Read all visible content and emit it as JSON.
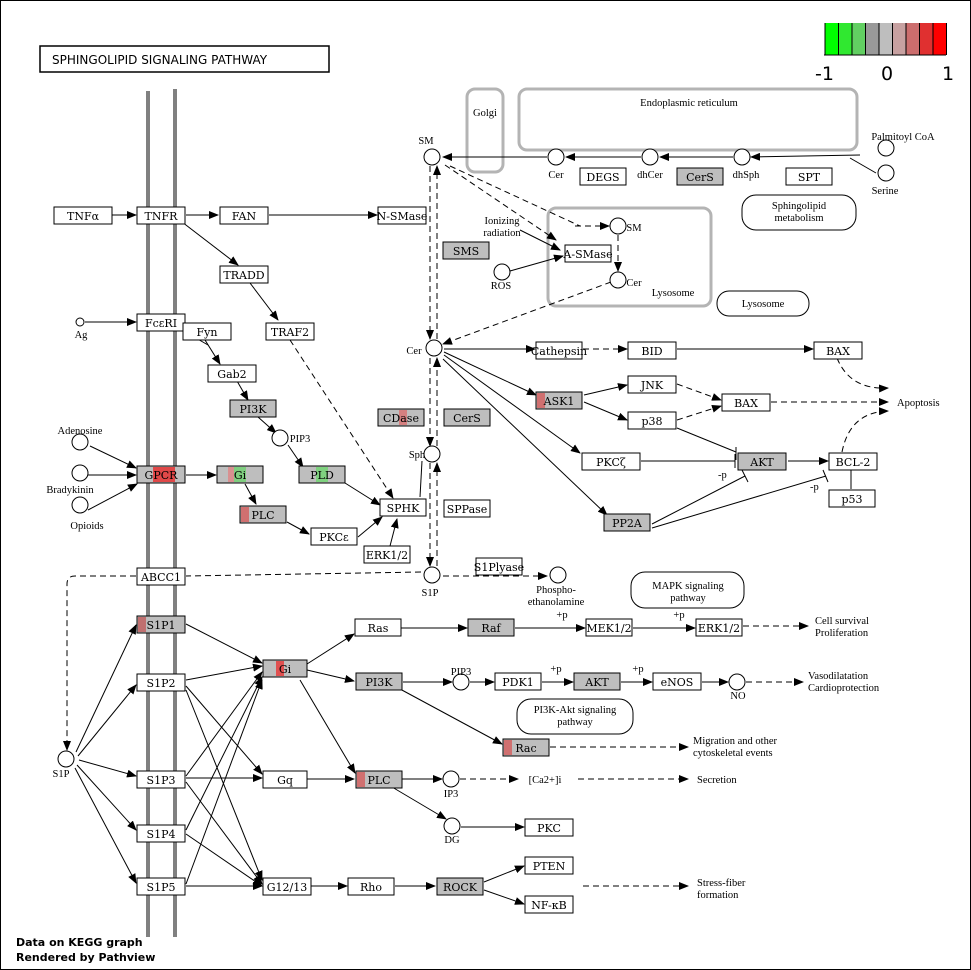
{
  "title": "SPHINGOLIPID  SIGNALING  PATHWAY",
  "footer": [
    "Data on KEGG graph",
    "Rendered by Pathview"
  ],
  "legend": {
    "ticks": [
      "-1",
      "0",
      "1"
    ],
    "colors": [
      "#00ff00",
      "#30e830",
      "#62cf62",
      "#999999",
      "#bebebe",
      "#c7a1a1",
      "#cc6d6d",
      "#e03030",
      "#ff0000"
    ]
  },
  "nodes": {
    "TNFa": "TNFα",
    "TNFR": "TNFR",
    "FAN": "FAN",
    "NSMase": "N-SMase",
    "TRADD": "TRADD",
    "TRAF2": "TRAF2",
    "Ag": "Ag",
    "FceRI": "FcεRI",
    "Fyn": "Fyn",
    "Gab2": "Gab2",
    "PI3K1": "PI3K",
    "PIP3a": "PIP3",
    "Adenosine": "Adenosine",
    "Bradykinin": "Bradykinin",
    "Opioids": "Opioids",
    "GPCR": "GPCR",
    "Gi1": "Gi",
    "PLD": "PLD",
    "PLC1": "PLC",
    "PKCe": "PKCε",
    "SPHK": "SPHK",
    "ERK12a": "ERK1/2",
    "SM1": "SM",
    "Golgi": "Golgi",
    "ER": "Endoplasmic reticulum",
    "Cer1": "Cer",
    "dhCer": "dhCer",
    "dhSph": "dhSph",
    "DEGS": "DEGS",
    "CerS1": "CerS",
    "SPT": "SPT",
    "PalmitoylCoA": "Palmitoyl CoA",
    "Serine": "Serine",
    "SphMeta": [
      "Sphingolipid",
      "metabolism"
    ],
    "Ionizing": [
      "Ionizing",
      "radiation"
    ],
    "SM2": "SM",
    "ASMase": "A-SMase",
    "ROS": "ROS",
    "Cer2": "Cer",
    "LysosomeLbl": "Lysosome",
    "LysosomeMap": "Lysosome",
    "SMS": "SMS",
    "Cer3": "Cer",
    "CDase": "CDase",
    "CerS2": "CerS",
    "Sph": "Sph",
    "SPPase": "SPPase",
    "Cathepsin": "Cathepsin",
    "BID": "BID",
    "BAX1": "BAX",
    "ASK1": "ASK1",
    "JNK": "JNK",
    "p38": "p38",
    "BAX2": "BAX",
    "Apoptosis": "Apoptosis",
    "PKCz": "PKCζ",
    "AKT1": "AKT",
    "BCL2": "BCL-2",
    "p53": "p53",
    "PP2A": "PP2A",
    "minusP1": "-p",
    "minusP2": "-p",
    "ABCC1": "ABCC1",
    "S1P1": "S1P",
    "S1Plyase": "S1Plyase",
    "Phospho": [
      "Phospho-",
      "ethanolamine"
    ],
    "MAPKMap": [
      "MAPK signaling",
      "pathway"
    ],
    "S1Pleft": "S1P",
    "S1PR1": "S1P1",
    "S1PR2": "S1P2",
    "S1PR3": "S1P3",
    "S1PR4": "S1P4",
    "S1PR5": "S1P5",
    "Gi2": "Gi",
    "Gq": "Gq",
    "G1213": "G12/13",
    "Ras": "Ras",
    "Raf": "Raf",
    "MEK12": "MEK1/2",
    "ERK12b": "ERK1/2",
    "plusP1": "+p",
    "plusP2": "+p",
    "plusP3": "+p",
    "plusP4": "+p",
    "CellSurvival": [
      "Cell survival",
      "Proliferation"
    ],
    "PI3K2": "PI3K",
    "PIP3b": "PIP3",
    "PDK1": "PDK1",
    "AKT2": "AKT",
    "eNOS": "eNOS",
    "NO": "NO",
    "Vaso": [
      "Vasodilatation",
      "Cardioprotection"
    ],
    "PI3KAktMap": [
      "PI3K-Akt signaling",
      "pathway"
    ],
    "Rac": "Rac",
    "Migration": [
      "Migration and other",
      "cytoskeletal events"
    ],
    "PLC2": "PLC",
    "IP3": "IP3",
    "Ca": "[Ca2+]i",
    "Secretion": "Secretion",
    "DG": "DG",
    "PKC": "PKC",
    "Rho": "Rho",
    "ROCK": "ROCK",
    "PTEN": "PTEN",
    "NFkB": "NF-κB",
    "StressFiber": [
      "Stress-fiber",
      "formation"
    ]
  }
}
